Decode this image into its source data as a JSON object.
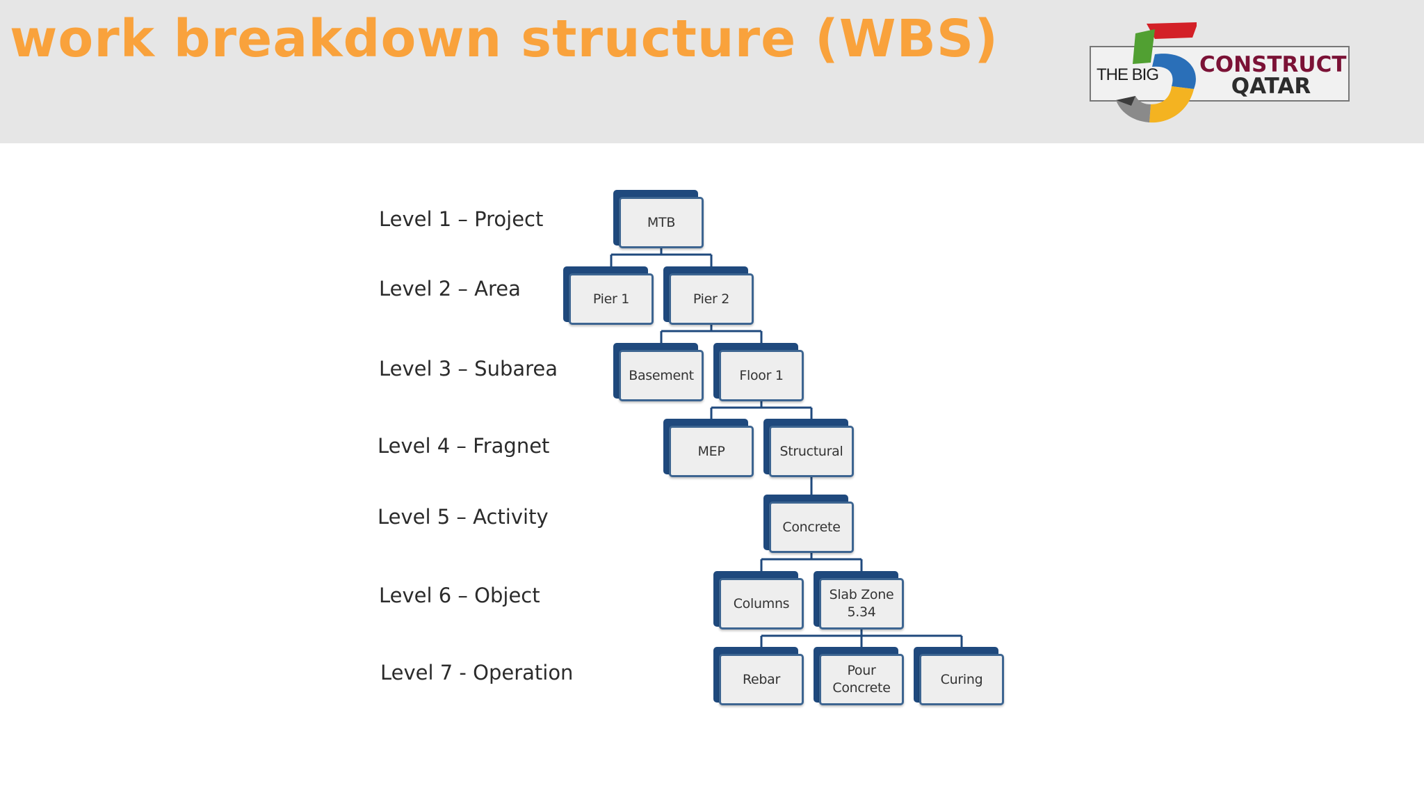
{
  "slide": {
    "title": "work breakdown structure (WBS)",
    "title_color": "#f9a23c",
    "header_background": "#e6e6e6"
  },
  "logo": {
    "small_text": "THE BIG",
    "numeral": "5",
    "brand_line_1": "CONSTRUCT",
    "brand_line_2": "QATAR",
    "brand_color": "#7b1236"
  },
  "levels": [
    "Level 1 – Project",
    "Level 2 – Area",
    "Level 3 – Subarea",
    "Level 4 – Fragnet",
    "Level 5 – Activity",
    "Level 6 – Object",
    "Level 7 - Operation"
  ],
  "wbs": {
    "node_color": "#1f497d",
    "node_fill": "#eeeeee",
    "connector_color": "#1f497d",
    "nodes": {
      "mtb": "MTB",
      "pier1": "Pier 1",
      "pier2": "Pier 2",
      "basement": "Basement",
      "floor1": "Floor 1",
      "mep": "MEP",
      "structural": "Structural",
      "concrete": "Concrete",
      "columns": "Columns",
      "slab_zone": "Slab Zone\n5.34",
      "rebar": "Rebar",
      "pour_concrete": "Pour\nConcrete",
      "curing": "Curing"
    },
    "hierarchy": [
      {
        "parent": "mtb",
        "children": [
          "pier1",
          "pier2"
        ]
      },
      {
        "parent": "pier2",
        "children": [
          "basement",
          "floor1"
        ]
      },
      {
        "parent": "floor1",
        "children": [
          "mep",
          "structural"
        ]
      },
      {
        "parent": "structural",
        "children": [
          "concrete"
        ]
      },
      {
        "parent": "concrete",
        "children": [
          "columns",
          "slab_zone"
        ]
      },
      {
        "parent": "slab_zone",
        "children": [
          "rebar",
          "pour_concrete",
          "curing"
        ]
      }
    ]
  }
}
